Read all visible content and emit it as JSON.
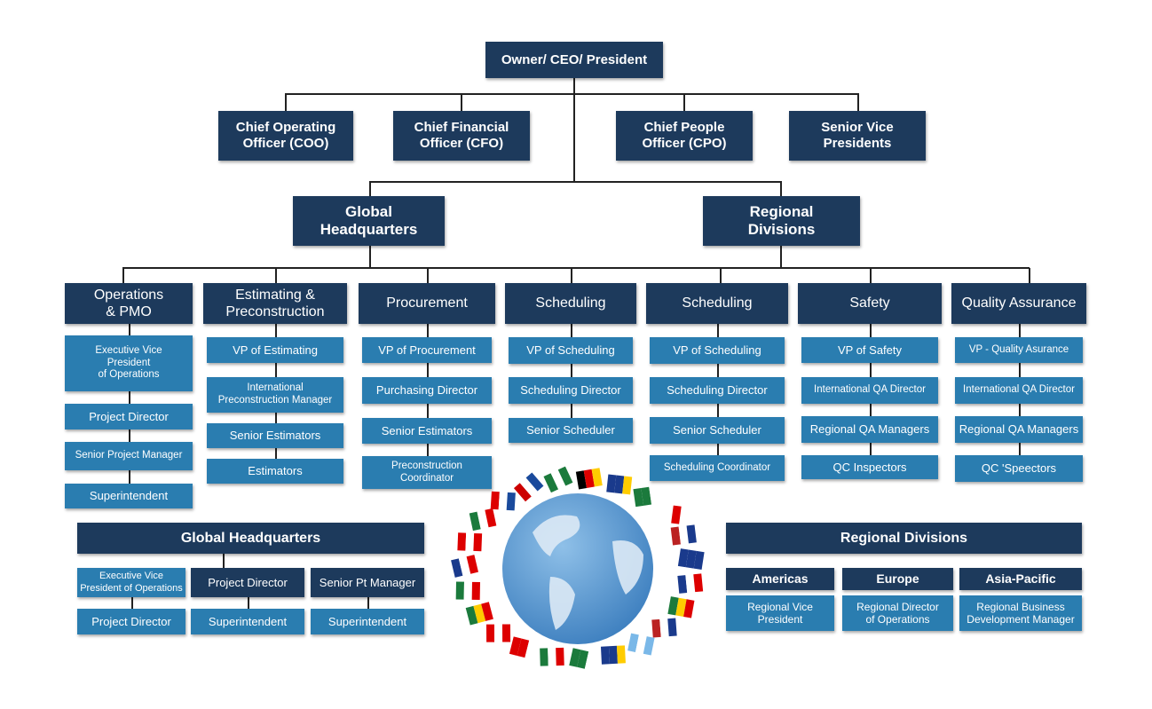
{
  "top": {
    "ceo": "Owner/ CEO/ President",
    "executives": [
      "Chief Operating\nOfficer (COO)",
      "Chief Financial\nOfficer (CFO)",
      "Chief People\nOfficer (CPO)",
      "Senior Vice\nPresidents"
    ],
    "branches": [
      "Global\nHeadquarters",
      "Regional\nDivisions"
    ]
  },
  "departments": [
    {
      "title": "Operations\n& PMO",
      "roles": [
        "Executive Vice\nPresident\nof Operations",
        "Project Director",
        "Senior Project Manager",
        "Superintendent"
      ]
    },
    {
      "title": "Estimating &\nPreconstruction",
      "roles": [
        "VP of Estimating",
        "International\nPreconstruction Manager",
        "Senior Estimators",
        "Estimators"
      ]
    },
    {
      "title": "Procurement",
      "roles": [
        "VP of Procurement",
        "Purchasing Director",
        "Senior Estimators",
        "Preconstruction\nCoordinator"
      ]
    },
    {
      "title": "Scheduling",
      "roles": [
        "VP of Scheduling",
        "Scheduling Director",
        "Senior Scheduler"
      ]
    },
    {
      "title": "Scheduling",
      "roles": [
        "VP of Scheduling",
        "Scheduling Director",
        "Senior Scheduler",
        "Scheduling Coordinator"
      ]
    },
    {
      "title": "Safety",
      "roles": [
        "VP of Safety",
        "International QA Director",
        "Regional QA Managers",
        "QC Inspectors"
      ]
    },
    {
      "title": "Quality Assurance",
      "roles": [
        "VP - Quality Asurance",
        "International QA Director",
        "Regional QA Managers",
        "QC 'Speectors"
      ]
    }
  ],
  "global_hq": {
    "title": "Global Headquarters",
    "row1": [
      "Executive Vice\nPresident of Operations",
      "Project Director",
      "Senior Pt Manager"
    ],
    "row2": [
      "Project Director",
      "Superintendent",
      "Superintendent"
    ]
  },
  "regional": {
    "title": "Regional Divisions",
    "regions": [
      "Americas",
      "Europe",
      "Asia-Pacific"
    ],
    "roles": [
      "Regional Vice\nPresident",
      "Regional Director\nof Operations",
      "Regional Business\nDevelopment Manager"
    ]
  },
  "colors": {
    "dark": "#1d3a5c",
    "light": "#2a7db0",
    "globe": "#3d7fbf"
  }
}
